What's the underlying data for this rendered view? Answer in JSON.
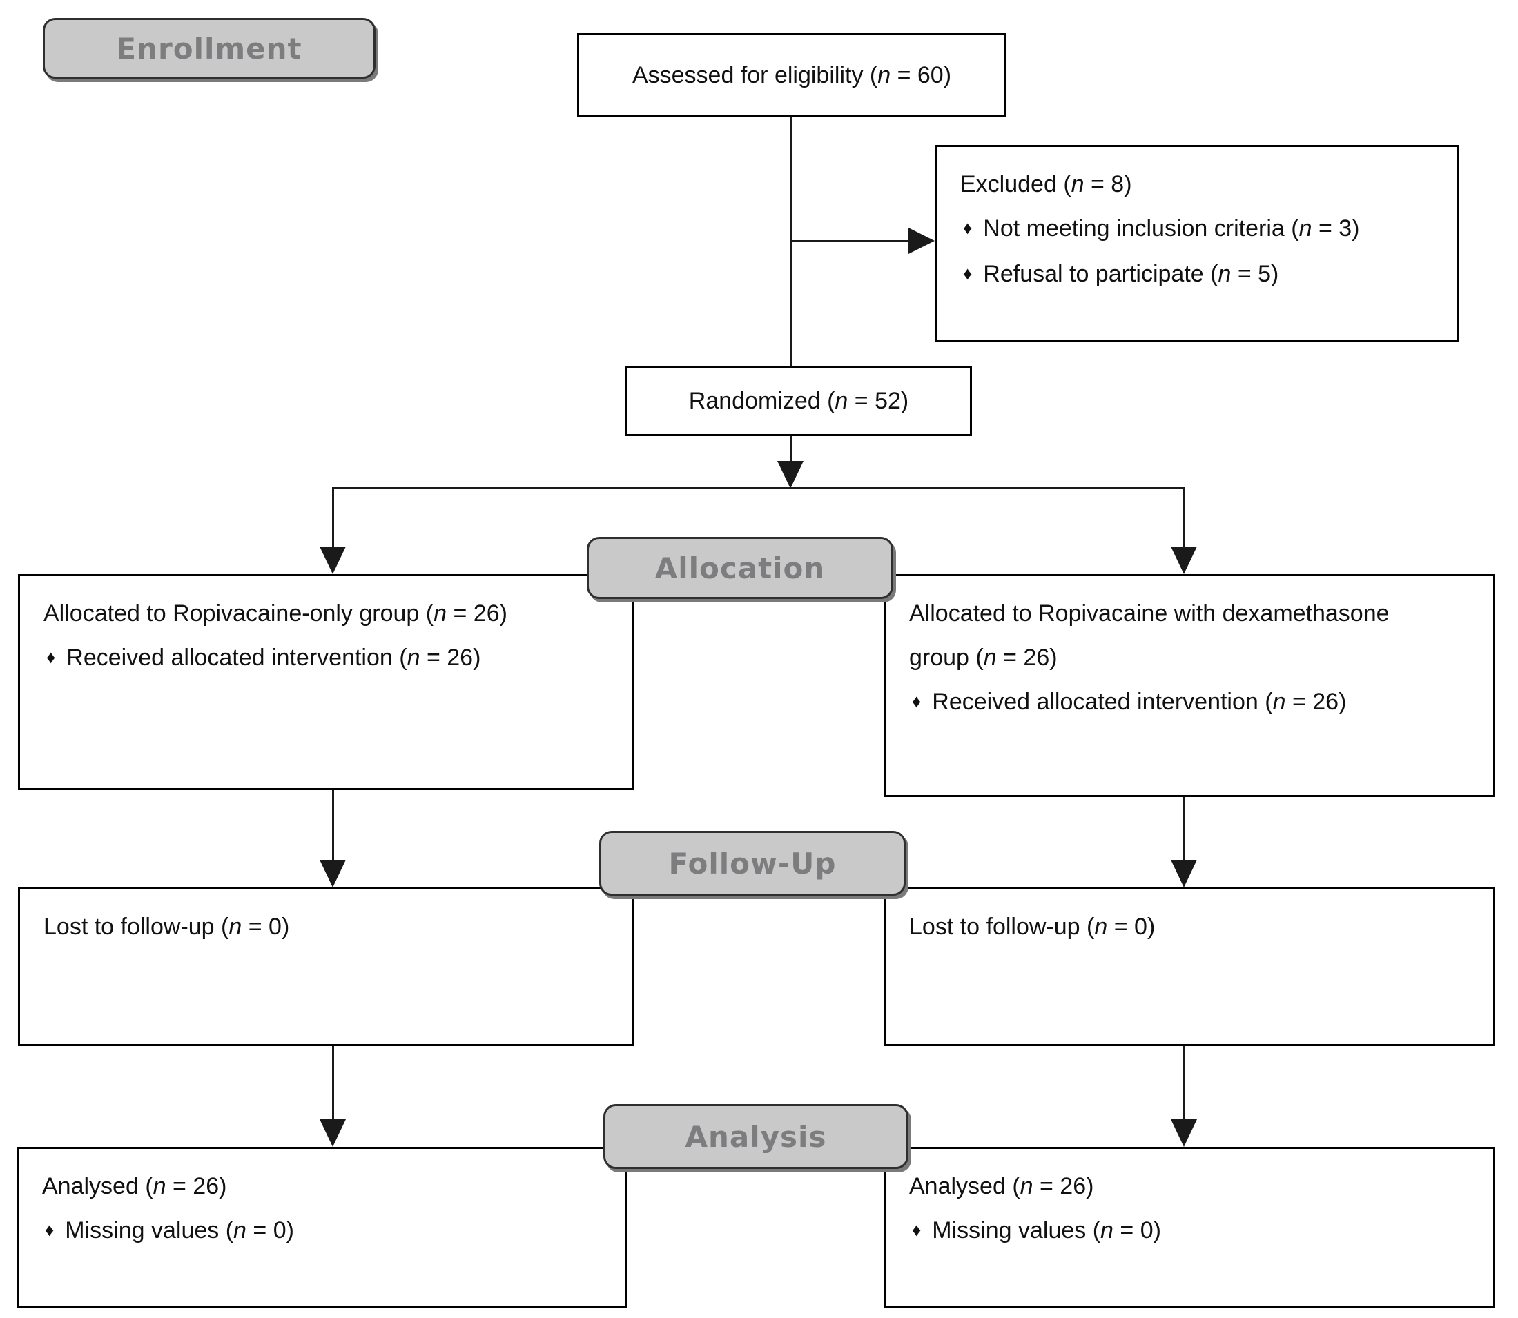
{
  "bullet_char": "♦",
  "colors": {
    "stage_fill": "#c9c9c9",
    "stage_text": "#7d7d80",
    "stage_border": "#2f2f2f",
    "box_border": "#000000",
    "box_fill": "#ffffff"
  },
  "stages": {
    "enrollment_label": "Enrollment",
    "allocation_label": "Allocation",
    "followup_label": "Follow-Up",
    "analysis_label": "Analysis"
  },
  "boxes": {
    "assessed": {
      "text": "Assessed for eligibility (n = 60)"
    },
    "excluded": {
      "title": "Excluded (n = 8)",
      "bullets": [
        "Not meeting inclusion criteria (n = 3)",
        "Refusal to participate (n = 5)"
      ]
    },
    "randomized": {
      "text": "Randomized (n = 52)"
    },
    "alloc_left": {
      "title": "Allocated to Ropivacaine-only group (n = 26)",
      "bullets": [
        "Received allocated intervention (n = 26)"
      ]
    },
    "alloc_right": {
      "title": "Allocated to Ropivacaine with dexamethasone group (n = 26)",
      "bullets": [
        "Received allocated intervention (n = 26)"
      ]
    },
    "followup_left": {
      "title": "Lost to follow-up (n = 0)"
    },
    "followup_right": {
      "title": "Lost to follow-up (n = 0)"
    },
    "analysis_left": {
      "title": "Analysed (n = 26)",
      "bullets": [
        "Missing values (n = 0)"
      ]
    },
    "analysis_right": {
      "title": "Analysed (n = 26)",
      "bullets": [
        "Missing values (n = 0)"
      ]
    }
  }
}
